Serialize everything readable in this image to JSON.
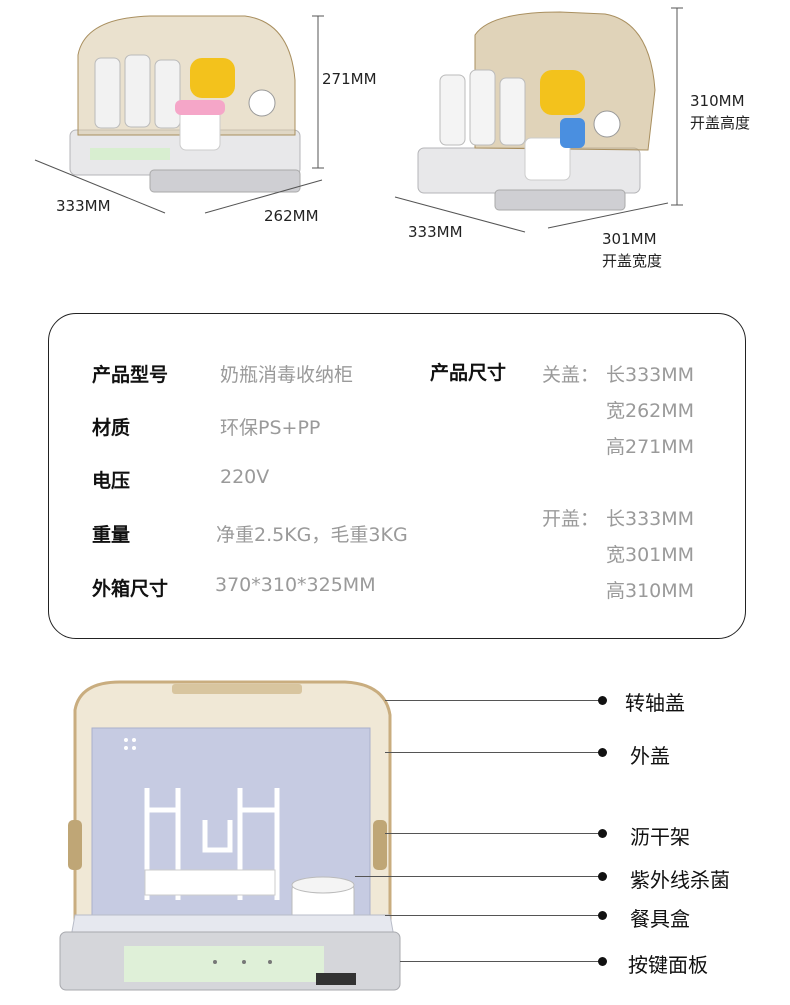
{
  "top_dimensions": {
    "closed": {
      "height": "271MM",
      "length": "333MM",
      "width": "262MM"
    },
    "open": {
      "height": "310MM",
      "height_caption": "开盖高度",
      "length": "333MM",
      "width": "301MM",
      "width_caption": "开盖宽度"
    }
  },
  "specs": {
    "rows": [
      {
        "label": "产品型号",
        "value": "奶瓶消毒收纳柜"
      },
      {
        "label": "材质",
        "value": "环保PS+PP"
      },
      {
        "label": "电压",
        "value": "220V"
      },
      {
        "label": "重量",
        "value": "净重2.5KG，毛重3KG"
      },
      {
        "label": "外箱尺寸",
        "value": "370*310*325MM"
      }
    ],
    "size_label": "产品尺寸",
    "closed_prefix": "关盖：",
    "closed_values": [
      "长333MM",
      "宽262MM",
      "高271MM"
    ],
    "open_prefix": "开盖：",
    "open_values": [
      "长333MM",
      "宽301MM",
      "高310MM"
    ]
  },
  "callouts": [
    "转轴盖",
    "外盖",
    "沥干架",
    "紫外线杀菌",
    "餐具盒",
    "按键面板"
  ],
  "colors": {
    "lid": "#c9ad7f",
    "interior": "#c6cbe2",
    "tray": "#e6e8ef",
    "text_gray": "#9a9a9a",
    "card_border": "#222222"
  }
}
